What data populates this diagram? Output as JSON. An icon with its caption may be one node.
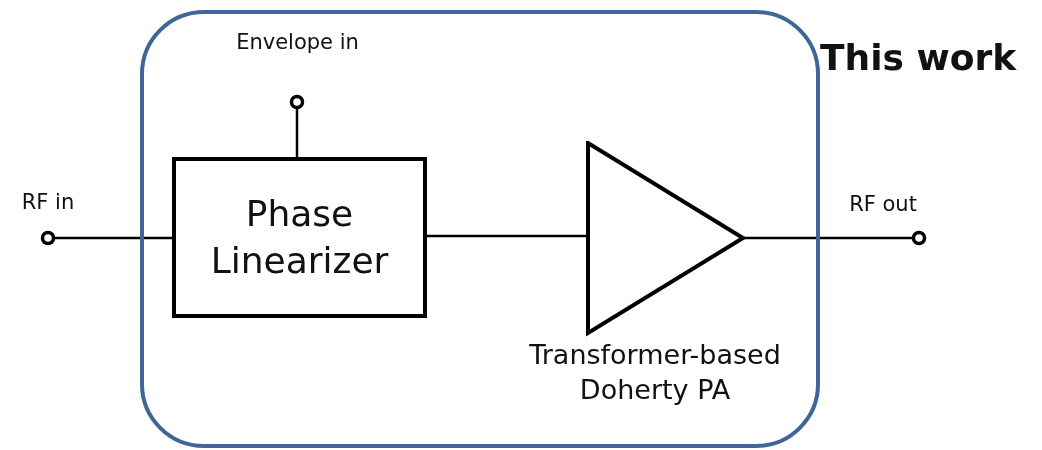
{
  "diagram": {
    "nodes": [
      {
        "text": [
          "This work"
        ]
      },
      {
        "text": [
          "RF in"
        ]
      },
      {
        "text": [
          "Envelope in"
        ],
        "in": 0
      },
      {
        "text": [
          "Phase Linearizer"
        ],
        "in": 0
      },
      {
        "text": [
          "Transformer-based Doherty PA"
        ],
        "in": 0
      },
      {
        "text": [
          "RF out"
        ]
      }
    ],
    "edges": [
      {
        "from": 1,
        "to": 3,
        "arrow": "none"
      },
      {
        "from": 2,
        "to": 3,
        "arrow": "none"
      },
      {
        "from": 3,
        "to": 4,
        "arrow": "none"
      },
      {
        "from": 4,
        "to": 5,
        "arrow": "none"
      }
    ]
  }
}
